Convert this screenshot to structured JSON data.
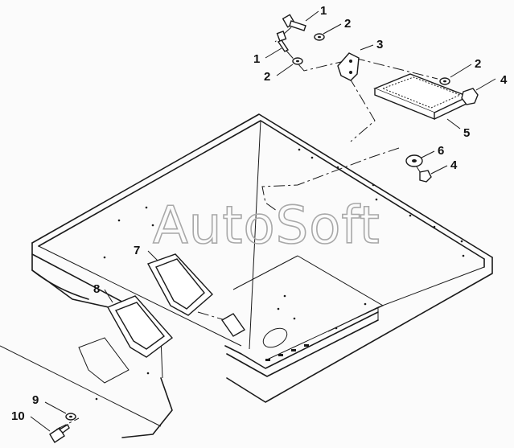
{
  "watermark": "AutoSoft",
  "callouts": [
    {
      "id": "c1a",
      "label": "1"
    },
    {
      "id": "c2a",
      "label": "2"
    },
    {
      "id": "c1b",
      "label": "1"
    },
    {
      "id": "c2b",
      "label": "2"
    },
    {
      "id": "c3",
      "label": "3"
    },
    {
      "id": "c2c",
      "label": "2"
    },
    {
      "id": "c4a",
      "label": "4"
    },
    {
      "id": "c5",
      "label": "5"
    },
    {
      "id": "c6",
      "label": "6"
    },
    {
      "id": "c4b",
      "label": "4"
    },
    {
      "id": "c7",
      "label": "7"
    },
    {
      "id": "c8",
      "label": "8"
    },
    {
      "id": "c9",
      "label": "9"
    },
    {
      "id": "c10",
      "label": "10"
    }
  ]
}
